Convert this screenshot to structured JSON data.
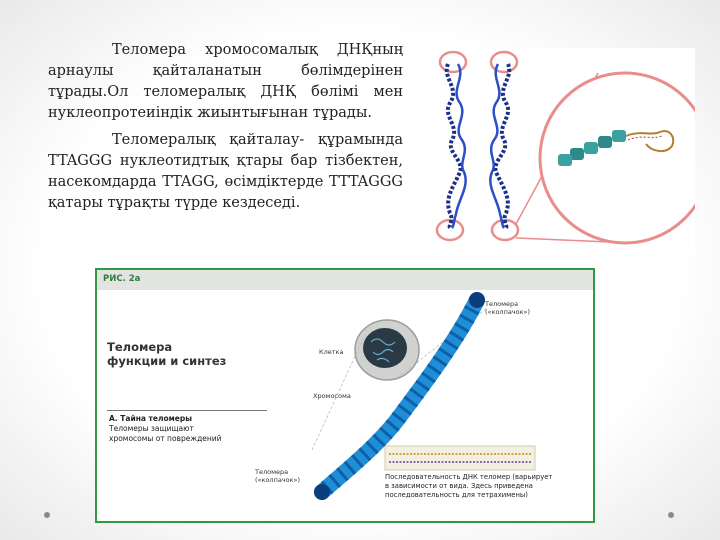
{
  "text": {
    "p1": "Теломера хромосомалық ДНҚның арнаулы қайталанатын бөлімдерінен тұрады.Ол теломералық ДНҚ бөлімі мен нуклеопротеиіндік жиынтығынан тұрады.",
    "p2": "Теломералық қайталау- құрамында TTAGGG нуклеотидтық қтары бар тізбектен, насекомдарда TTAGG, өсімдіктерде TTTAGGG қатары тұрақты түрде кездеседі."
  },
  "figure": {
    "tag": "РИС. 2а",
    "title_line1": "Теломера",
    "title_line2": "функции и синтез",
    "boxA_title": "А. Тайна теломеры",
    "boxA_line1": "Теломеры защищают",
    "boxA_line2": "хромосомы от повреждений",
    "label_telomere_top_1": "Теломера",
    "label_telomere_top_2": "(«колпачок»)",
    "label_cell": "Клетка",
    "label_chromosome": "Хромосома",
    "label_telomere_bottom_1": "Теломера",
    "label_telomere_bottom_2": "(«колпачок»)",
    "seq_line1": "Последовательность ДНК теломер (варьирует",
    "seq_line2": "в зависимости от вида. Здесь приведена",
    "seq_line3": "последовательность для тетрахимены)"
  },
  "colors": {
    "frame_green": "#2f9a41",
    "chromosome_blue": "#1e8fd6",
    "chromatid_navy": "#1c2f8a",
    "telomere_ring": "#e98c8c"
  }
}
